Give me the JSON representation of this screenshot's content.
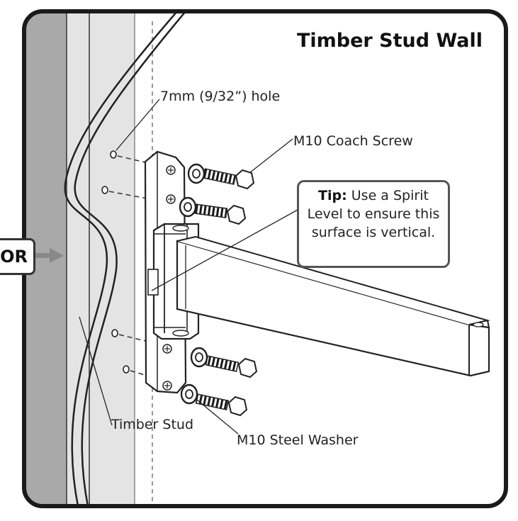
{
  "title": "Timber Stud Wall",
  "labels": {
    "hole": "7mm (9/32”) hole",
    "coach_screw": "M10 Coach Screw",
    "timber_stud": "Timber Stud",
    "steel_washer": "M10 Steel Washer",
    "or_tag": "OR"
  },
  "tip": {
    "prefix": "Tip:",
    "text": "Use a Spirit Level to ensure this surface is vertical."
  },
  "colors": {
    "frame": "#1a1a1a",
    "wall_grey": "#a9a9a9",
    "stud_fill": "#e4e4e4",
    "line": "#222222"
  }
}
